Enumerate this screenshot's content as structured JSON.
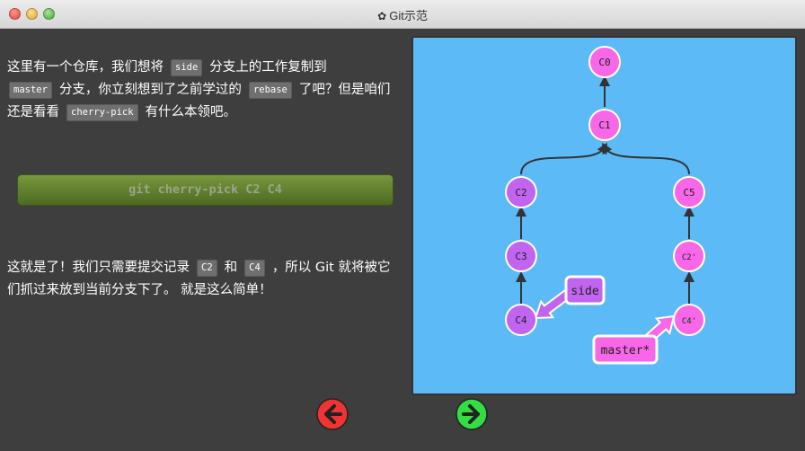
{
  "window": {
    "title": "Git示范",
    "title_icon": "gear-icon"
  },
  "intro": {
    "t1": "这里有一个仓库，我们想将",
    "c1": "side",
    "t2": "分支上的工作复制到",
    "c2": "master",
    "t3": "分支，你立刻想到了之前学过的",
    "c3": "rebase",
    "t4": "了吧？但是咱们还是看看",
    "c4": "cherry-pick",
    "t5": "有什么本领吧。"
  },
  "command": "git cherry-pick C2 C4",
  "outro": {
    "t1": "这就是了！我们只需要提交记录",
    "c1": "C2",
    "t2": "和",
    "c2": "C4",
    "t3": "，所以 Git 就将被它们抓过来放到当前分支下了。 就是这么简单！"
  },
  "graph": {
    "commits": [
      {
        "id": "C0",
        "label": "C0",
        "color": "#f767e8"
      },
      {
        "id": "C1",
        "label": "C1",
        "color": "#f767e8"
      },
      {
        "id": "C2",
        "label": "C2",
        "color": "#c165f0"
      },
      {
        "id": "C3",
        "label": "C3",
        "color": "#c165f0"
      },
      {
        "id": "C4",
        "label": "C4",
        "color": "#c165f0"
      },
      {
        "id": "C5",
        "label": "C5",
        "color": "#f767e8"
      },
      {
        "id": "C2p",
        "label": "C2'",
        "color": "#f767e8"
      },
      {
        "id": "C4p",
        "label": "C4'",
        "color": "#f767e8"
      }
    ],
    "branches": [
      {
        "id": "side",
        "label": "side",
        "color": "#c165f0",
        "target": "C4"
      },
      {
        "id": "master",
        "label": "master*",
        "color": "#f767e8",
        "target": "C4p"
      }
    ]
  },
  "nav": {
    "back": {
      "icon": "arrow-left-icon",
      "color": "#f03333"
    },
    "forward": {
      "icon": "arrow-right-icon",
      "color": "#33dd44"
    }
  }
}
